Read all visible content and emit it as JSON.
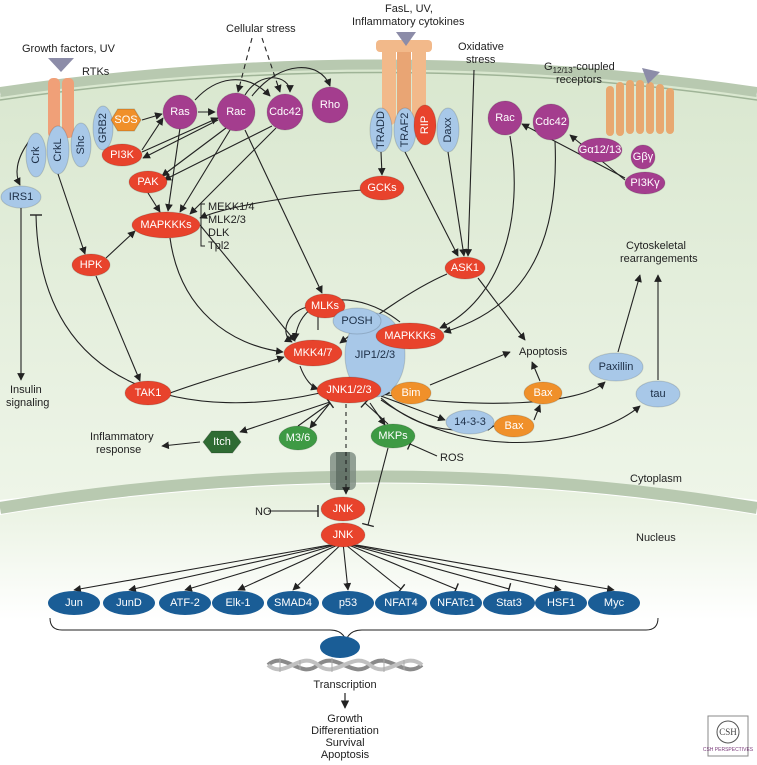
{
  "stimuli": {
    "growth": "Growth factors, UV",
    "rtks": "RTKs",
    "cellular_stress": "Cellular stress",
    "fasl_1": "FasL, UV,",
    "fasl_2": "Inflammatory cytokines",
    "oxidative_1": "Oxidative",
    "oxidative_2": "stress",
    "g1213_prefix": "G",
    "g1213_sub": "12/13",
    "g1213_suffix": "-coupled",
    "g1213_line2": "receptors"
  },
  "nodes": {
    "crk": "Crk",
    "crkl": "CrkL",
    "shc": "Shc",
    "grb2": "GRB2",
    "sos": "SOS",
    "pi3k": "PI3K",
    "ras": "Ras",
    "rac": "Rac",
    "cdc42": "Cdc42",
    "rho": "Rho",
    "tradd": "TRADD",
    "traf2": "TRAF2",
    "rip": "RIP",
    "daxx": "Daxx",
    "rac2": "Rac",
    "cdc42_2": "Cdc42",
    "galpha": "Gα12/13",
    "gbg": "Gβγ",
    "pi3kg": "PI3Kγ",
    "irs1": "IRS1",
    "pak": "PAK",
    "gcks": "GCKs",
    "mapkkks": "MAPKKKs",
    "hpk": "HPK",
    "ask1": "ASK1",
    "mlks": "MLKs",
    "posh": "POSH",
    "mapkkks2": "MAPKKKs",
    "mkk47": "MKK4/7",
    "jip": "JIP1/2/3",
    "tak1": "TAK1",
    "jnk123": "JNK1/2/3",
    "bim": "Bim",
    "bax1": "Bax",
    "bax2": "Bax",
    "p1433": "14-3-3",
    "paxillin": "Paxillin",
    "tau": "tau",
    "itch": "Itch",
    "m36": "M3/6",
    "mkps": "MKPs",
    "jnk_top": "JNK",
    "jnk_bot": "JNK"
  },
  "mapkkk_list": [
    "MEKK1/4",
    "MLK2/3",
    "DLK",
    "Tpl2"
  ],
  "labels": {
    "insulin_1": "Insulin",
    "insulin_2": "signaling",
    "inflammatory_1": "Inflammatory",
    "inflammatory_2": "response",
    "apoptosis": "Apoptosis",
    "cyto_1": "Cytoskeletal",
    "cyto_2": "rearrangements",
    "ros": "ROS",
    "cytoplasm": "Cytoplasm",
    "nucleus": "Nucleus",
    "no": "NO",
    "transcription": "Transcription",
    "outcomes": [
      "Growth",
      "Differentiation",
      "Survival",
      "Apoptosis"
    ],
    "logo": "CSH PERSPECTIVES"
  },
  "tfs": [
    "Jun",
    "JunD",
    "ATF-2",
    "Elk-1",
    "SMAD4",
    "p53",
    "NFAT4",
    "NFATc1",
    "Stat3",
    "HSF1",
    "Myc"
  ],
  "colors": {
    "purple": "#a43d8e",
    "red": "#e8432c",
    "orange": "#f0902a",
    "blue": "#a8c8e8",
    "green": "#3e9a44",
    "darkgreen": "#2f6b33",
    "navy": "#1a5d96",
    "receptor": "#f0a078",
    "tnfr": "#f2b98a",
    "gpcr": "#e8a870",
    "cytoplasm": "#e8f1e0",
    "membrane": "#b8c9b0"
  }
}
